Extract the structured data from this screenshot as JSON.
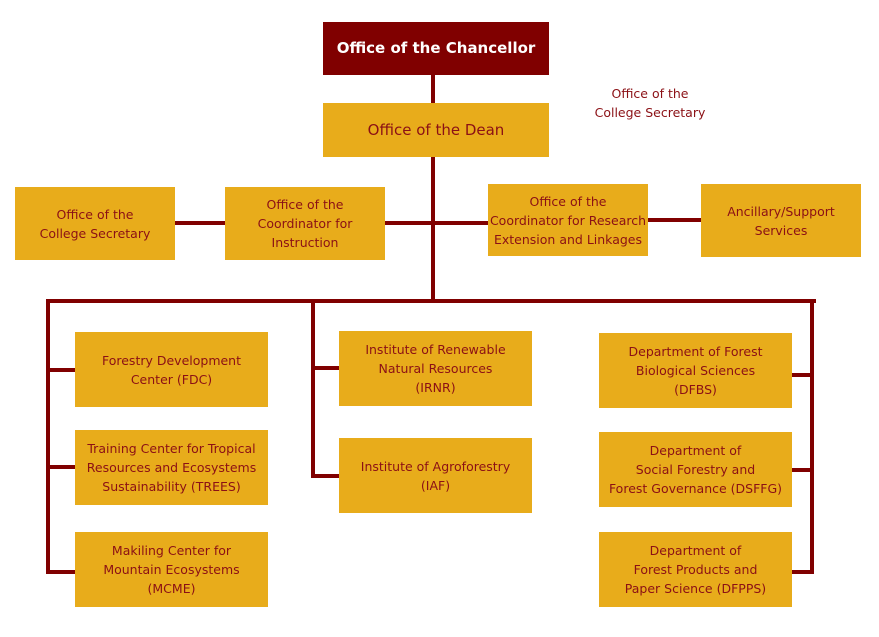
{
  "colors": {
    "line": "#800000",
    "box_fill": "#e8ac1b",
    "box_text": "#8b1015",
    "top_fill": "#800000",
    "top_text": "#ffffff"
  },
  "nodes": {
    "chancellor": "Office of the Chancellor",
    "dean": "Office of the Dean",
    "secretary_floating": "Office of the\nCollege Secretary",
    "secretary": "Office of the\nCollege Secretary",
    "coord_instruction": "Office of the\nCoordinator for\nInstruction",
    "coord_research": "Office of the\nCoordinator for Research\nExtension and Linkages",
    "ancillary": "Ancillary/Support\nServices",
    "fdc": "Forestry Development\nCenter (FDC)",
    "trees": "Training Center for Tropical\nResources and Ecosystems\nSustainability (TREES)",
    "mcme": "Makiling Center for\nMountain Ecosystems\n(MCME)",
    "irnr": "Institute of Renewable\nNatural Resources\n(IRNR)",
    "iaf": "Institute of Agroforestry\n(IAF)",
    "dfbs": "Department of Forest\nBiological Sciences\n(DFBS)",
    "dsffg": "Department of\nSocial Forestry and\nForest Governance (DSFFG)",
    "dfpps": "Department of\nForest Products and\nPaper Science (DFPPS)"
  }
}
